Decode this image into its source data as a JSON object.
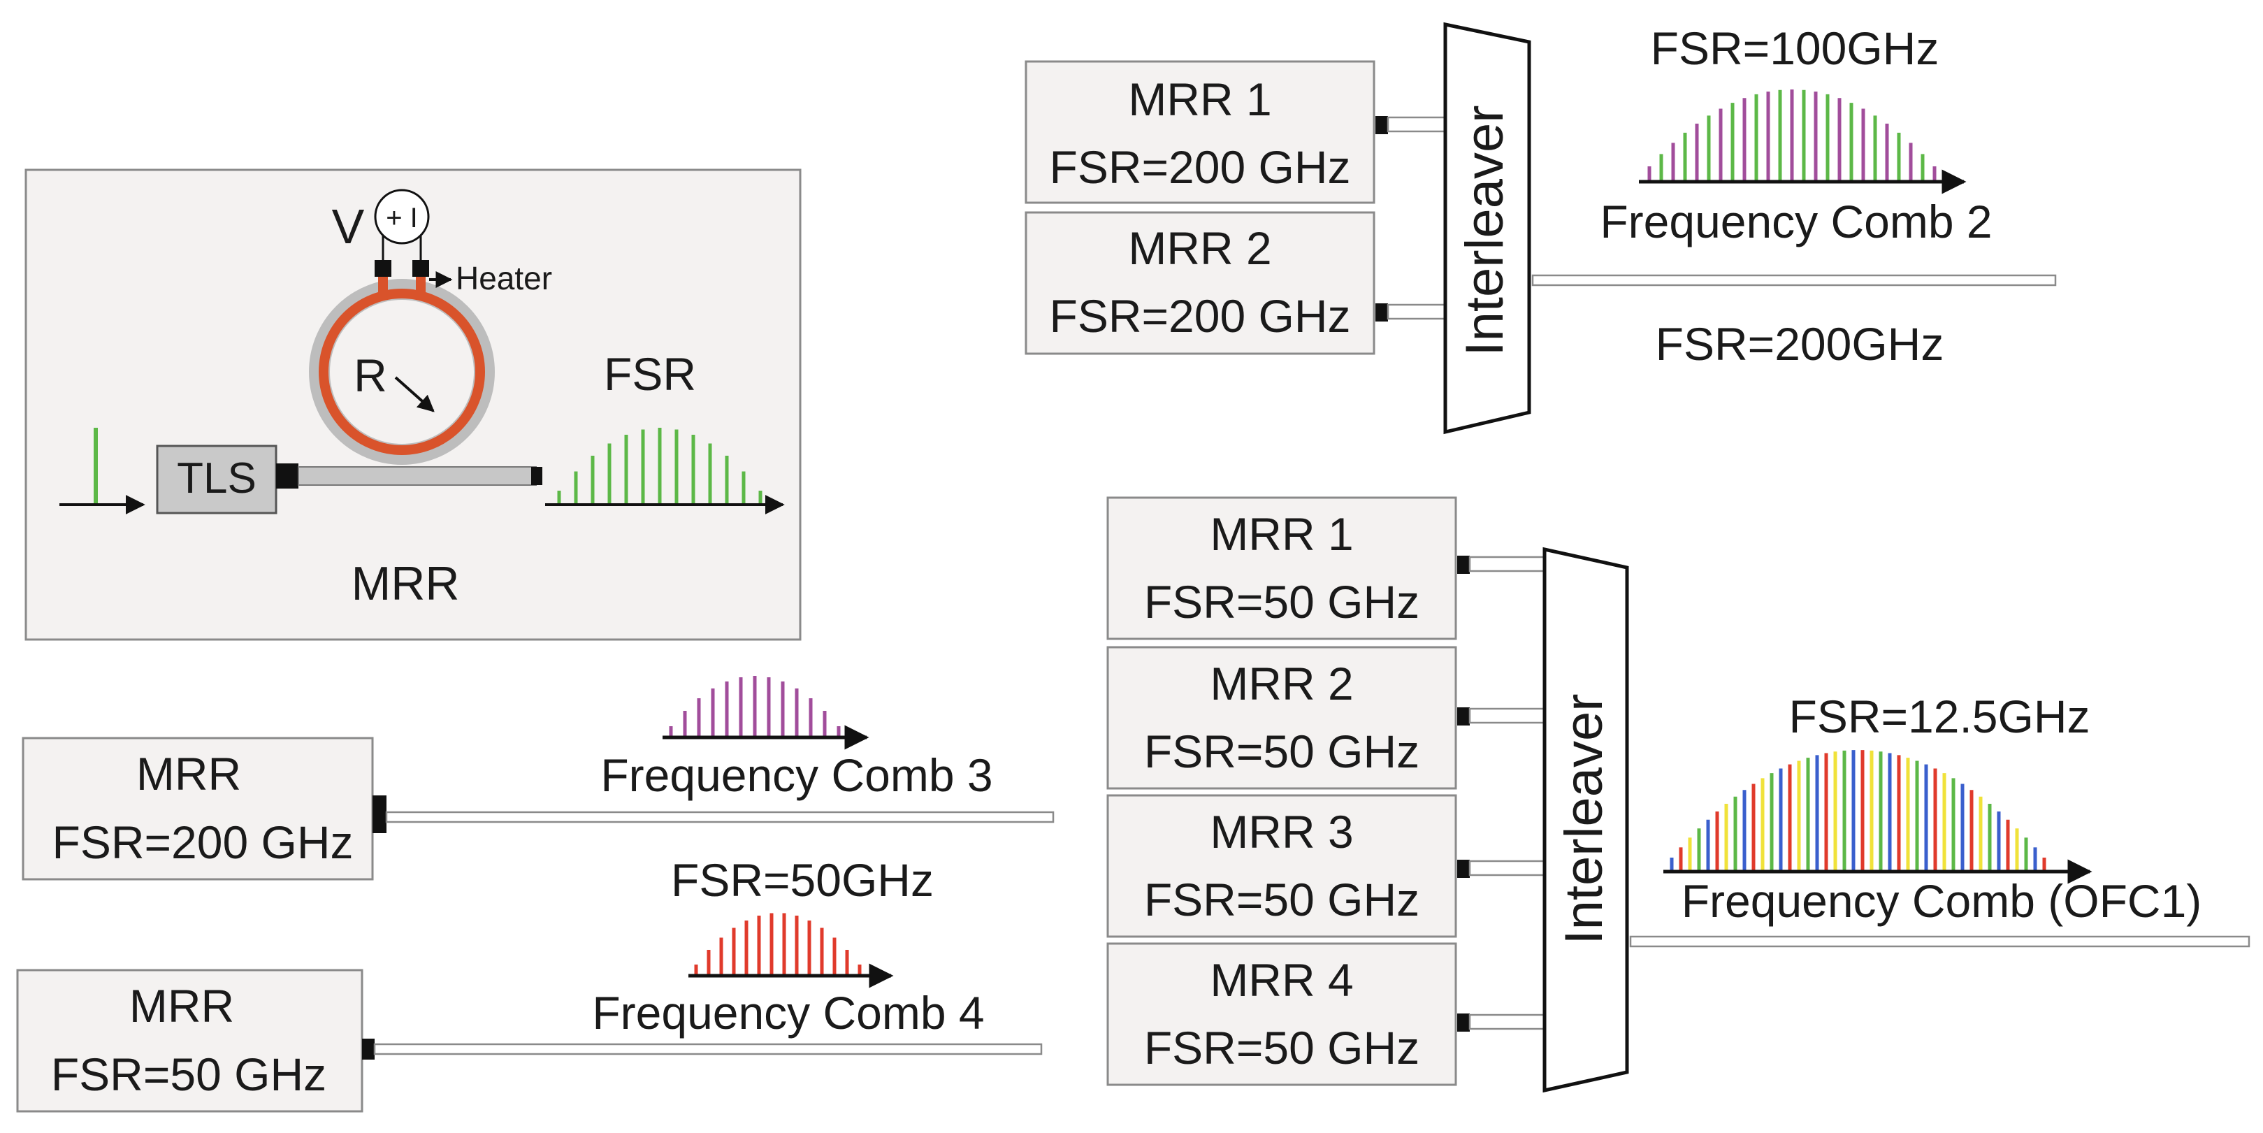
{
  "inset": {
    "voltage_label": "V",
    "source_symbol": "+ I",
    "heater_label": "Heater",
    "radius_label": "R",
    "fsr_label": "FSR",
    "tls_label": "TLS",
    "mrr_label": "MRR",
    "comb_color": "#5cb847",
    "ring_color": "#d9532b",
    "input_line_color": "#5cb847"
  },
  "top_group": {
    "mrr_boxes": [
      {
        "name": "MRR 1",
        "fsr": "FSR=200 GHz"
      },
      {
        "name": "MRR 2",
        "fsr": "FSR=200 GHz"
      }
    ],
    "interleaver_label": "Interleaver",
    "comb_fsr_label": "FSR=100GHz",
    "comb_title": "Frequency Comb 2",
    "output_fsr_label": "FSR=200GHz",
    "comb_colors": [
      "#a14d9b",
      "#5cb847"
    ]
  },
  "bottom_group": {
    "mrr_boxes": [
      {
        "name": "MRR 1",
        "fsr": "FSR=50 GHz"
      },
      {
        "name": "MRR 2",
        "fsr": "FSR=50 GHz"
      },
      {
        "name": "MRR 3",
        "fsr": "FSR=50 GHz"
      },
      {
        "name": "MRR 4",
        "fsr": "FSR=50 GHz"
      }
    ],
    "interleaver_label": "Interleaver",
    "comb_fsr_label": "FSR=12.5GHz",
    "comb_title": "Frequency Comb (OFC1)",
    "comb_colors": [
      "#3a5fcd",
      "#e03a2b",
      "#f0e23a",
      "#5cb847"
    ]
  },
  "comb3": {
    "mrr_name": "MRR",
    "mrr_fsr": "FSR=200 GHz",
    "comb_title": "Frequency Comb 3",
    "comb_color": "#a14d9b"
  },
  "comb4": {
    "mrr_name": "MRR",
    "mrr_fsr": "FSR=50 GHz",
    "comb_fsr_label": "FSR=50GHz",
    "comb_title": "Frequency Comb 4",
    "comb_color": "#e03a2b"
  }
}
